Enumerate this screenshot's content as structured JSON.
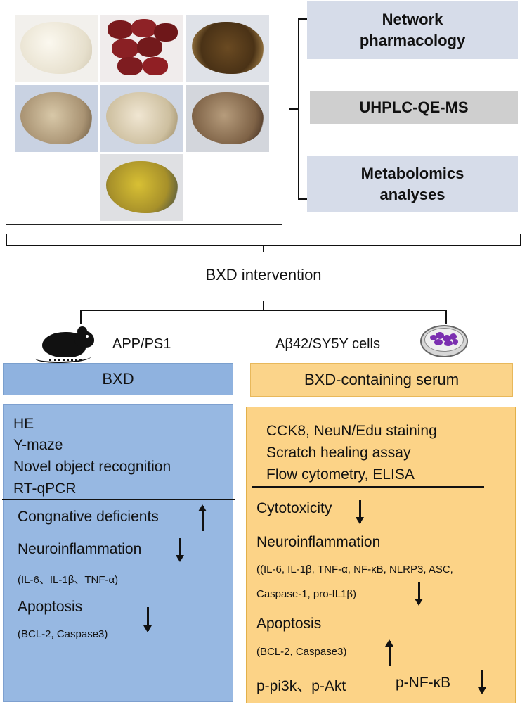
{
  "methods": {
    "network": "Network pharmacology",
    "uhplc": "UHPLC-QE-MS",
    "metabolomics": "Metabolomics analyses"
  },
  "intervention": "BXD intervention",
  "models": {
    "animal": "APP/PS1",
    "cell": "Aβ42/SY5Y cells"
  },
  "left": {
    "header": "BXD",
    "assays": [
      "HE",
      "Y-maze",
      "Novel object recognition",
      "RT-qPCR"
    ],
    "cognitive": "Congnative deficients",
    "neuro": "Neuroinflammation",
    "neuro_markers": "(IL-6、IL-1β、TNF-α)",
    "apoptosis": "Apoptosis",
    "apoptosis_markers": "(BCL-2, Caspase3)"
  },
  "right": {
    "header": "BXD-containing serum",
    "assays": [
      "CCK8, NeuN/Edu staining",
      "Scratch healing assay",
      "Flow cytometry, ELISA"
    ],
    "cytotox": "Cytotoxicity",
    "neuro": "Neuroinflammation",
    "neuro_markers_1": "((IL-6, IL-1β, TNF-α, NF-κB, NLRP3, ASC,",
    "neuro_markers_2": "Caspase-1, pro-IL1β)",
    "apoptosis": "Apoptosis",
    "apoptosis_markers": "(BCL-2, Caspase3)",
    "pathway_1": "p-pi3k、p-Akt",
    "pathway_2": "p-NF-κB"
  },
  "icons": {
    "mouse": "mouse-icon",
    "dish": "petri-dish-icon"
  }
}
